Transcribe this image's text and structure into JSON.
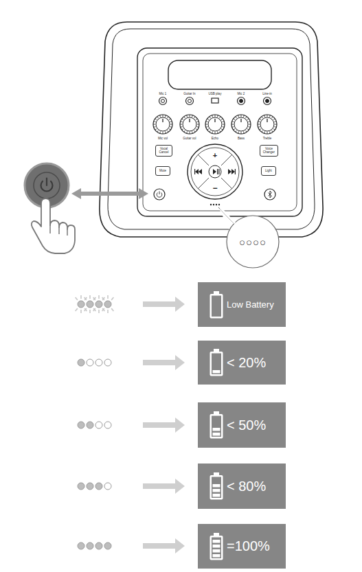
{
  "diagram": {
    "nodes": [
      {
        "text": [
          "Vocal Cancel"
        ]
      },
      {
        "text": [
          "Voice Changer"
        ]
      },
      {
        "text": [
          "Mute"
        ]
      },
      {
        "text": [
          "Light"
        ]
      },
      {
        "text": [
          "Low Battery"
        ]
      },
      {
        "text": [
          "< 20%"
        ]
      },
      {
        "text": [
          "< 50%"
        ]
      },
      {
        "text": [
          "< 80%"
        ]
      },
      {
        "text": [
          "=100%"
        ]
      }
    ],
    "labels": [
      "Mic 1",
      "Guitar In",
      "USB play",
      "Mic 2",
      "Line-in",
      "Mic vol",
      "Guitar vol",
      "Echo",
      "Bass",
      "Treble",
      "+",
      "−",
      "○○○○"
    ]
  }
}
